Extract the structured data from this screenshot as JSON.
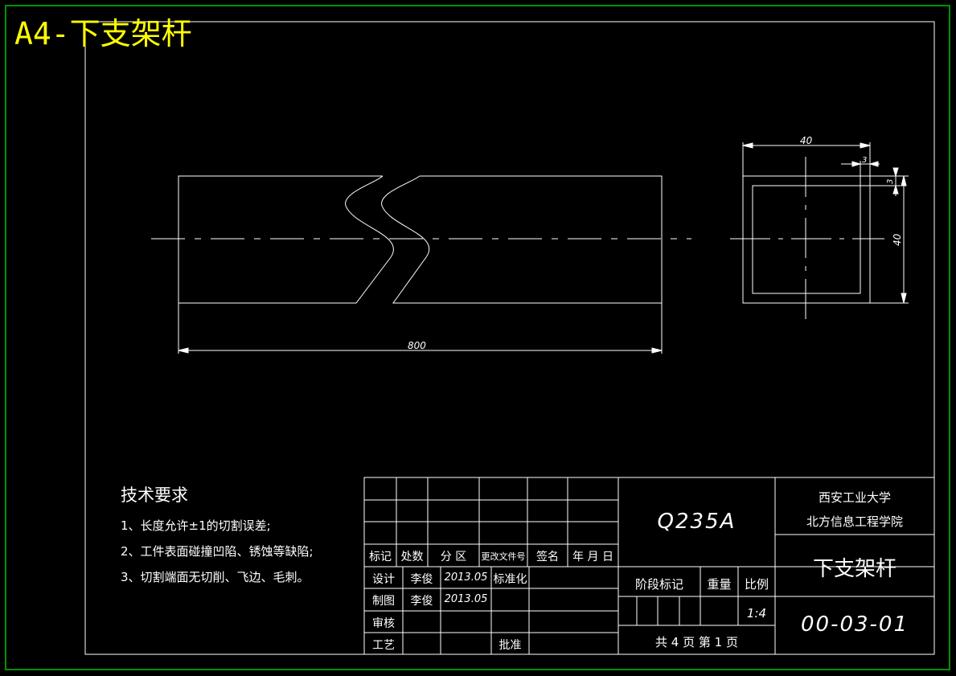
{
  "sheet_label": "A4-下支架杆",
  "drawing": {
    "dim_length": "800",
    "dim_width": "40",
    "dim_height": "40",
    "dim_wall_top": "3",
    "dim_wall_side": "3"
  },
  "tech_requirements": {
    "title": "技术要求",
    "items": [
      "1、长度允许±1的切割误差;",
      "2、工件表面碰撞凹陷、锈蚀等缺陷;",
      "3、切割端面无切削、飞边、毛刺。"
    ]
  },
  "title_block": {
    "material": "Q235A",
    "school_line1": "西安工业大学",
    "school_line2": "北方信息工程学院",
    "part_name": "下支架杆",
    "drawing_number": "00-03-01",
    "rev_headers": [
      "标记",
      "处数",
      "分 区",
      "更改文件号",
      "签名",
      "年 月 日"
    ],
    "design_label": "设计",
    "design_name": "李俊",
    "design_date": "2013.05",
    "standardize_label": "标准化",
    "draw_label": "制图",
    "draw_name": "李俊",
    "draw_date": "2013.05",
    "check_label": "审核",
    "process_label": "工艺",
    "approve_label": "批准",
    "stage_label": "阶段标记",
    "weight_label": "重量",
    "scale_label": "比例",
    "scale_value": "1:4",
    "sheets_text": "共 4  页   第 1 页"
  }
}
